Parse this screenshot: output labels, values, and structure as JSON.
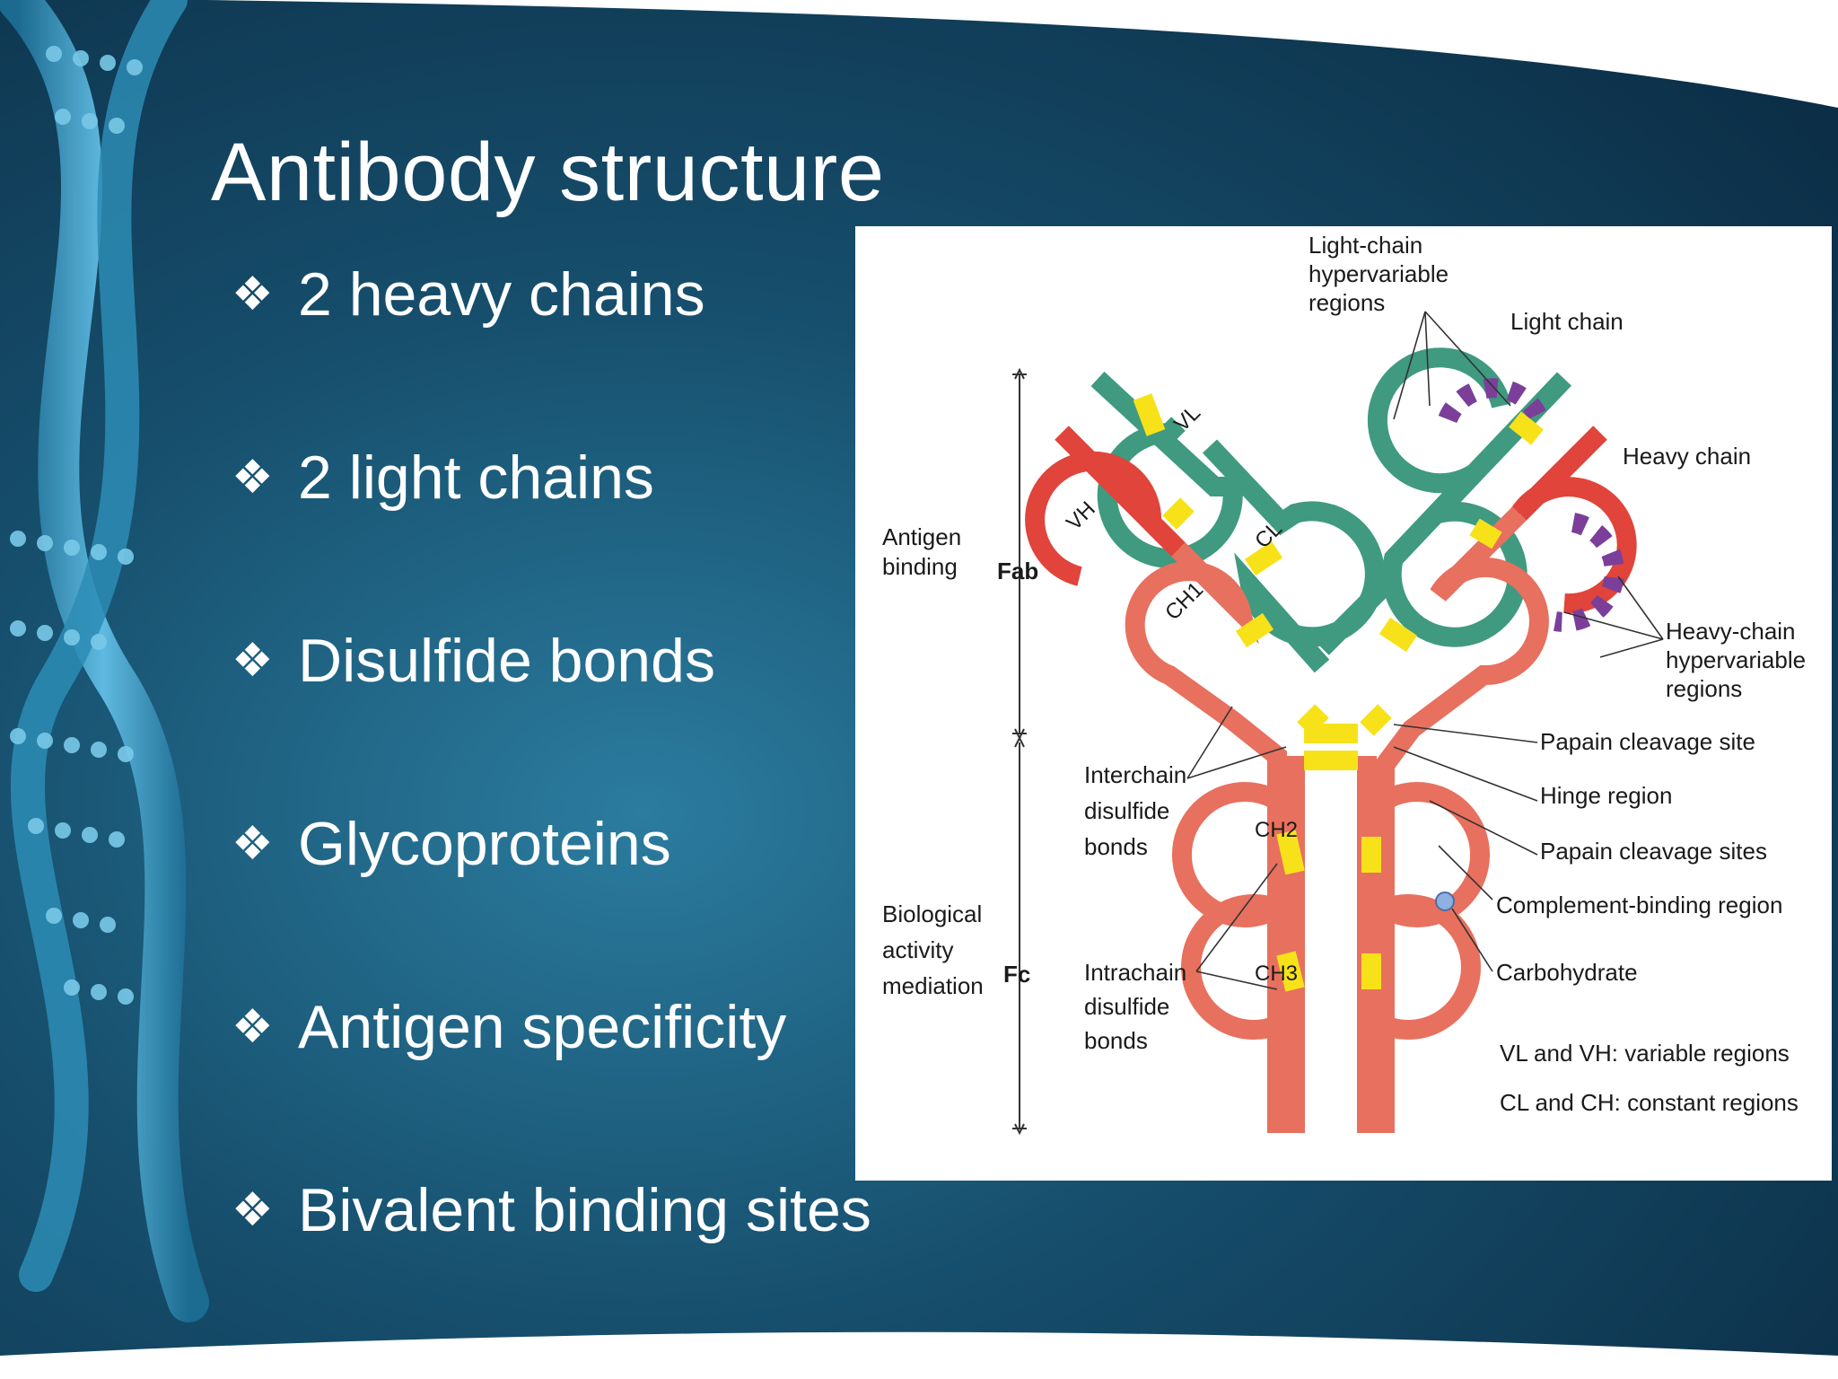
{
  "slide": {
    "title": "Antibody structure",
    "bullet_glyph": "❖",
    "bullets": [
      "2 heavy chains",
      "2 light chains",
      "Disulfide bonds",
      "Glycoproteins",
      "Antigen specificity",
      "Bivalent binding sites"
    ]
  },
  "diagram": {
    "labels": {
      "light_hv_1": "Light-chain",
      "light_hv_2": "hypervariable",
      "light_hv_3": "regions",
      "light_chain": "Light chain",
      "heavy_chain": "Heavy chain",
      "heavy_hv_1": "Heavy-chain",
      "heavy_hv_2": "hypervariable",
      "heavy_hv_3": "regions",
      "papain_site": "Papain cleavage site",
      "hinge": "Hinge region",
      "papain_sites": "Papain cleavage sites",
      "complement": "Complement-binding region",
      "carbohydrate": "Carbohydrate",
      "antigen_binding_1": "Antigen",
      "antigen_binding_2": "binding",
      "fab": "Fab",
      "fc": "Fc",
      "bio_activity_1": "Biological",
      "bio_activity_2": "activity",
      "bio_activity_3": "mediation",
      "interchain_1": "Interchain",
      "interchain_2": "disulfide",
      "interchain_3": "bonds",
      "intrachain_1": "Intrachain",
      "intrachain_2": "disulfide",
      "intrachain_3": "bonds",
      "vl": "VL",
      "cl": "CL",
      "vh": "VH",
      "ch1": "CH1",
      "ch2": "CH2",
      "ch3": "CH3",
      "legend_variable": "VL and VH: variable regions",
      "legend_constant": "CL and CH: constant regions"
    },
    "colors": {
      "heavy_chain": "#e8705e",
      "heavy_chain_variable": "#e0443a",
      "light_chain": "#3f9a80",
      "disulfide": "#f7e21a",
      "hypervariable": "#7b3f9a",
      "carbohydrate": "#8fb0e0"
    }
  }
}
